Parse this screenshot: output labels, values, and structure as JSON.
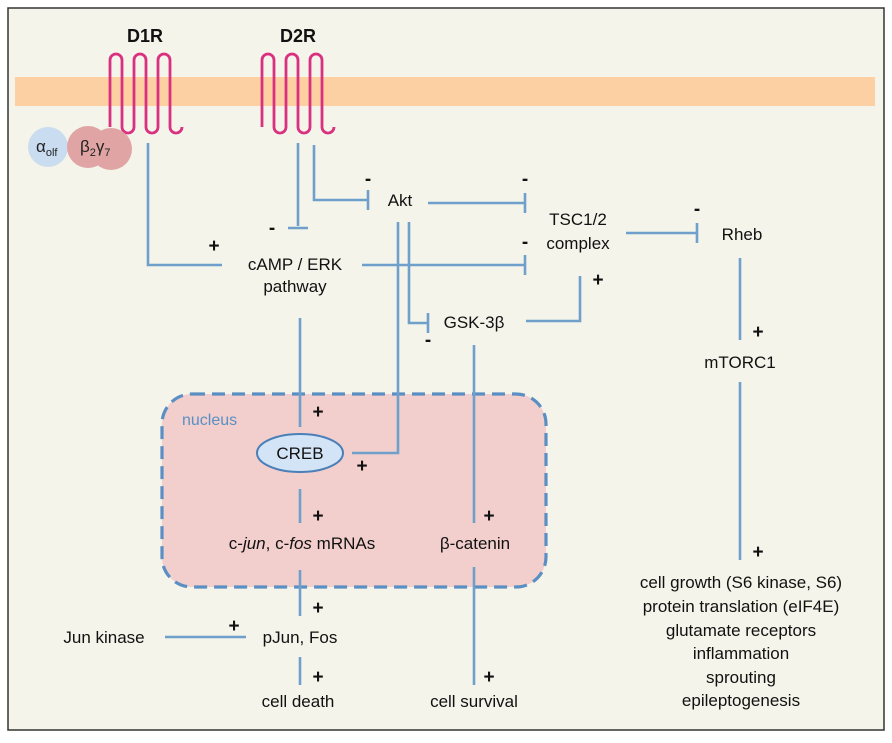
{
  "colors": {
    "background": "#f4f4ea",
    "membrane": "#fcd0a2",
    "receptor": "#d9317f",
    "edge": "#6f9fcb",
    "nucleus_fill": "#f2cfcd",
    "nucleus_border": "#5b8fc4",
    "alpha_subunit": "#c9dcf0",
    "beta_gamma_subunit": "#e0a4a4"
  },
  "receptors": {
    "d1r": "D1R",
    "d2r": "D2R"
  },
  "g_protein": {
    "alpha": "α",
    "alpha_sub": "olf",
    "beta": "β",
    "beta_sub": "2",
    "gamma": "γ",
    "gamma_sub": "7"
  },
  "nodes": {
    "akt": "Akt",
    "tsc_line1": "TSC1/2",
    "tsc_line2": "complex",
    "rheb": "Rheb",
    "camp_line1": "cAMP / ERK",
    "camp_line2": "pathway",
    "gsk3b": "GSK-3β",
    "mtorc1": "mTORC1",
    "creb": "CREB",
    "cjun_prefix": "c-",
    "cjun_italic": "jun",
    "cjun_sep": ", c-",
    "cfos_italic": "fos",
    "cjun_suffix": " mRNAs",
    "beta_catenin": "β-catenin",
    "jun_kinase": "Jun kinase",
    "pjun_fos": "pJun, Fos",
    "cell_death": "cell death",
    "cell_survival": "cell survival"
  },
  "nucleus_label": "nucleus",
  "outcomes": [
    "cell growth (S6 kinase, S6)",
    "protein translation (eIF4E)",
    "glutamate receptors",
    "inflammation",
    "sprouting",
    "epileptogenesis"
  ],
  "signs": {
    "d2r_akt": "-",
    "akt_tsc": "-",
    "tsc_rheb": "-",
    "d2r_camp": "-",
    "d1r_camp": "+",
    "camp_tsc": "-",
    "gsk_tsc": "+",
    "akt_gsk": "-",
    "rheb_mtorc1": "+",
    "camp_creb": "+",
    "akt_creb": "+",
    "creb_cjun": "+",
    "gsk_catenin": "+",
    "mtorc1_outcomes": "+",
    "cjun_pjun": "+",
    "junkinase_pjun": "+",
    "pjun_death": "+",
    "catenin_survival": "+"
  }
}
